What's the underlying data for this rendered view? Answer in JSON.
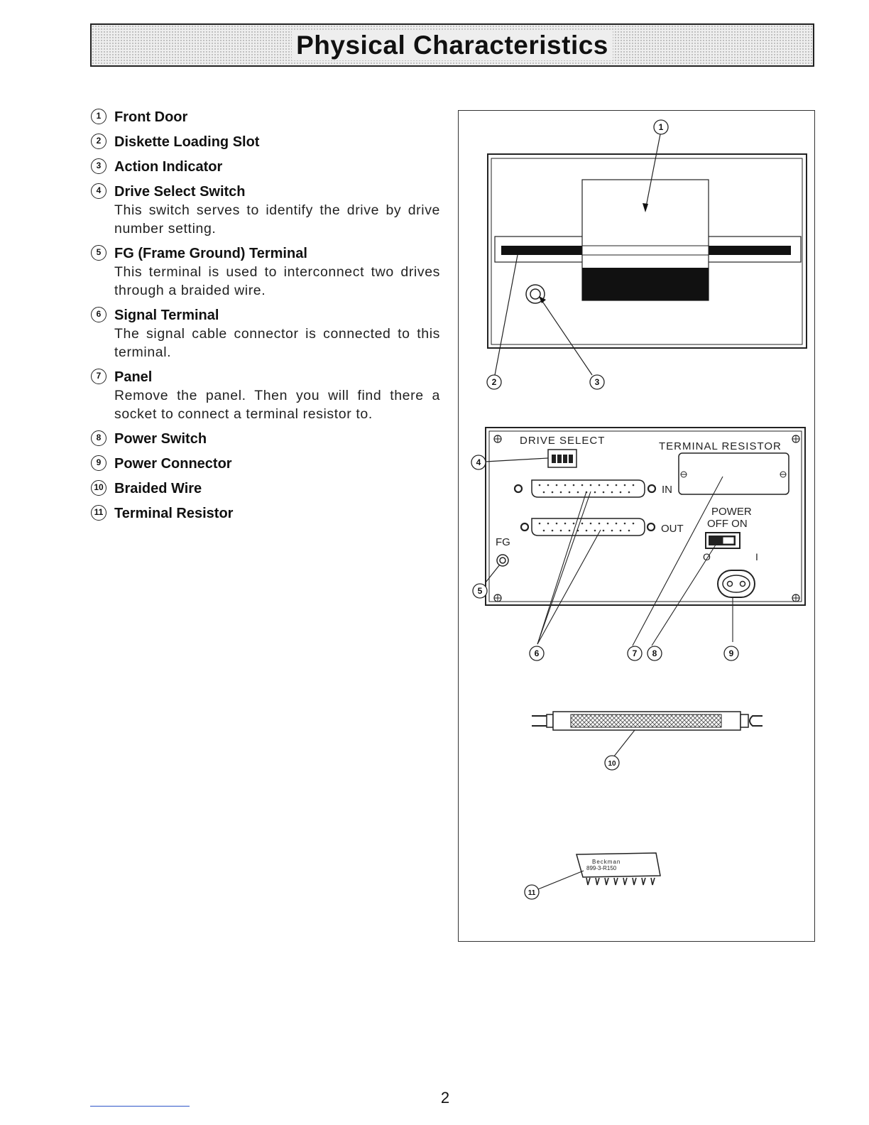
{
  "page": {
    "title": "Physical Characteristics",
    "page_number": "2"
  },
  "items": [
    {
      "num": "1",
      "title": "Front Door",
      "desc": ""
    },
    {
      "num": "2",
      "title": "Diskette Loading Slot",
      "desc": ""
    },
    {
      "num": "3",
      "title": "Action Indicator",
      "desc": ""
    },
    {
      "num": "4",
      "title": "Drive Select Switch",
      "desc": "This switch serves to identify the drive by drive number setting."
    },
    {
      "num": "5",
      "title": "FG (Frame Ground) Terminal",
      "desc": "This terminal is used to interconnect two drives through a braided wire."
    },
    {
      "num": "6",
      "title": "Signal Terminal",
      "desc": "The signal cable connector is connected to this terminal."
    },
    {
      "num": "7",
      "title": "Panel",
      "desc": "Remove the panel. Then you will find there a socket to connect a terminal resistor to."
    },
    {
      "num": "8",
      "title": "Power Switch",
      "desc": ""
    },
    {
      "num": "9",
      "title": "Power Connector",
      "desc": ""
    },
    {
      "num": "10",
      "title": "Braided Wire",
      "desc": ""
    },
    {
      "num": "11",
      "title": "Terminal Resistor",
      "desc": ""
    }
  ],
  "figure": {
    "callouts": [
      "1",
      "2",
      "3",
      "4",
      "5",
      "6",
      "7",
      "8",
      "9",
      "10",
      "11"
    ],
    "rear_labels": {
      "drive_select": "DRIVE SELECT",
      "terminal_resistor": "TERMINAL RESISTOR",
      "in": "IN",
      "out": "OUT",
      "fg": "FG",
      "power": "POWER",
      "off_on": "OFF  ON",
      "switch_o": "O",
      "switch_i": "I"
    },
    "resistor_marking": {
      "line1": "Beckman",
      "line2": "899-3-R150"
    }
  }
}
